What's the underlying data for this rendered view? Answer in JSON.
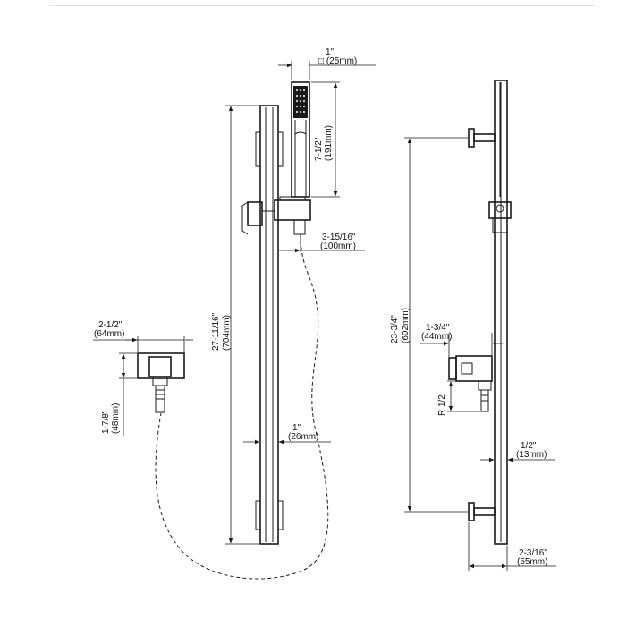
{
  "dimensions": {
    "handset_width": {
      "imperial": "1\"",
      "metric": "□ (25mm)"
    },
    "handset_length": {
      "imperial": "7-1/2\"",
      "metric": "(191mm)"
    },
    "holder_offset": {
      "imperial": "3-15/16\"",
      "metric": "(100mm)"
    },
    "bar_length": {
      "imperial": "27-11/16\"",
      "metric": "(704mm)"
    },
    "bar_width": {
      "imperial": "1\"",
      "metric": "(26mm)"
    },
    "elbow_width": {
      "imperial": "2-1/2\"",
      "metric": "(64mm)"
    },
    "elbow_height": {
      "imperial": "1-7/8\"",
      "metric": "(48mm)"
    },
    "mount_spacing": {
      "imperial": "23-3/4\"",
      "metric": "(602mm)"
    },
    "outlet_projection": {
      "imperial": "1-3/4\"",
      "metric": "(44mm)"
    },
    "thread": {
      "label": "R 1/2"
    },
    "bar_depth": {
      "imperial": "1/2\"",
      "metric": "(13mm)"
    },
    "total_depth": {
      "imperial": "2-3/16\"",
      "metric": "(55mm)"
    }
  }
}
